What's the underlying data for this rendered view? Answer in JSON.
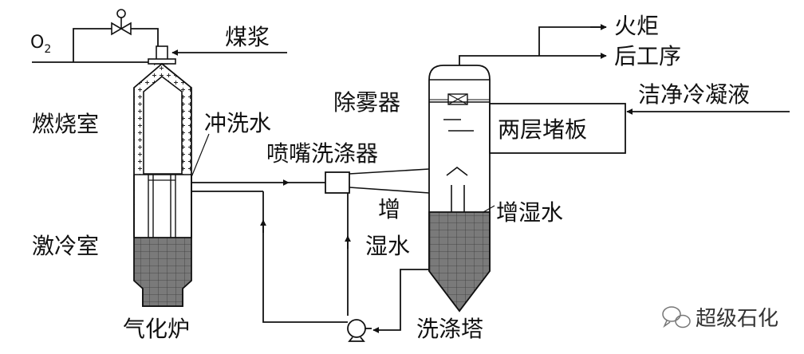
{
  "labels": {
    "o2_o": "O",
    "o2_sub": "2",
    "coal_slurry": "煤浆",
    "combustion_chamber": "燃烧室",
    "flush_water": "冲洗水",
    "nozzle_scrubber": "喷嘴洗涤器",
    "quench_chamber": "激冷室",
    "gasifier": "气化炉",
    "humidify_water_left_1": "增",
    "humidify_water_left_2": "湿水",
    "humidify_water_right": "增湿水",
    "demister": "除雾器",
    "two_layer_baffle": "两层堵板",
    "clean_condensate": "洁净冷凝液",
    "flare": "火炬",
    "downstream": "后工序",
    "scrubbing_tower": "洗涤塔",
    "watermark": "超级石化"
  },
  "colors": {
    "line": "#111111",
    "refractory": "#cfcfcf",
    "liquid": "#777777"
  },
  "icons": {
    "valve": "valve-icon",
    "pump": "pump-icon",
    "watermark_logo": "wechat-icon"
  }
}
